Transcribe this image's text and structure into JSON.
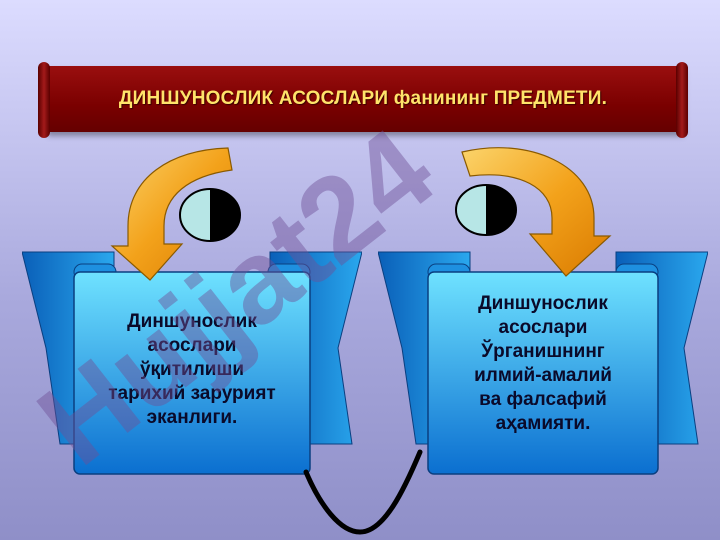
{
  "title": "ДИНШУНОСЛИК АСОСЛАРИ фанининг ПРЕДМЕТИ.",
  "left_box": {
    "lines": [
      "Диншунослик",
      "асослари",
      "ўқитилиши",
      "тарихий зарурият",
      "эканлиги."
    ]
  },
  "right_box": {
    "lines": [
      "Диншунослик",
      "асослари",
      "Ўрганишнинг",
      "илмий-амалий",
      "ва фалсафий",
      "аҳамияти."
    ]
  },
  "watermark": "Hujjat24",
  "colors": {
    "banner": "#7a0000",
    "banner_text": "#ffe36a",
    "ribbon_light": "#55d8ff",
    "ribbon_dark": "#0a7ad8",
    "arrow": "#f3a21b"
  },
  "icons": {
    "arrow_left": "curved-arrow-icon",
    "arrow_right": "curved-arrow-icon",
    "eye_left": "eye-icon",
    "eye_right": "eye-icon"
  }
}
